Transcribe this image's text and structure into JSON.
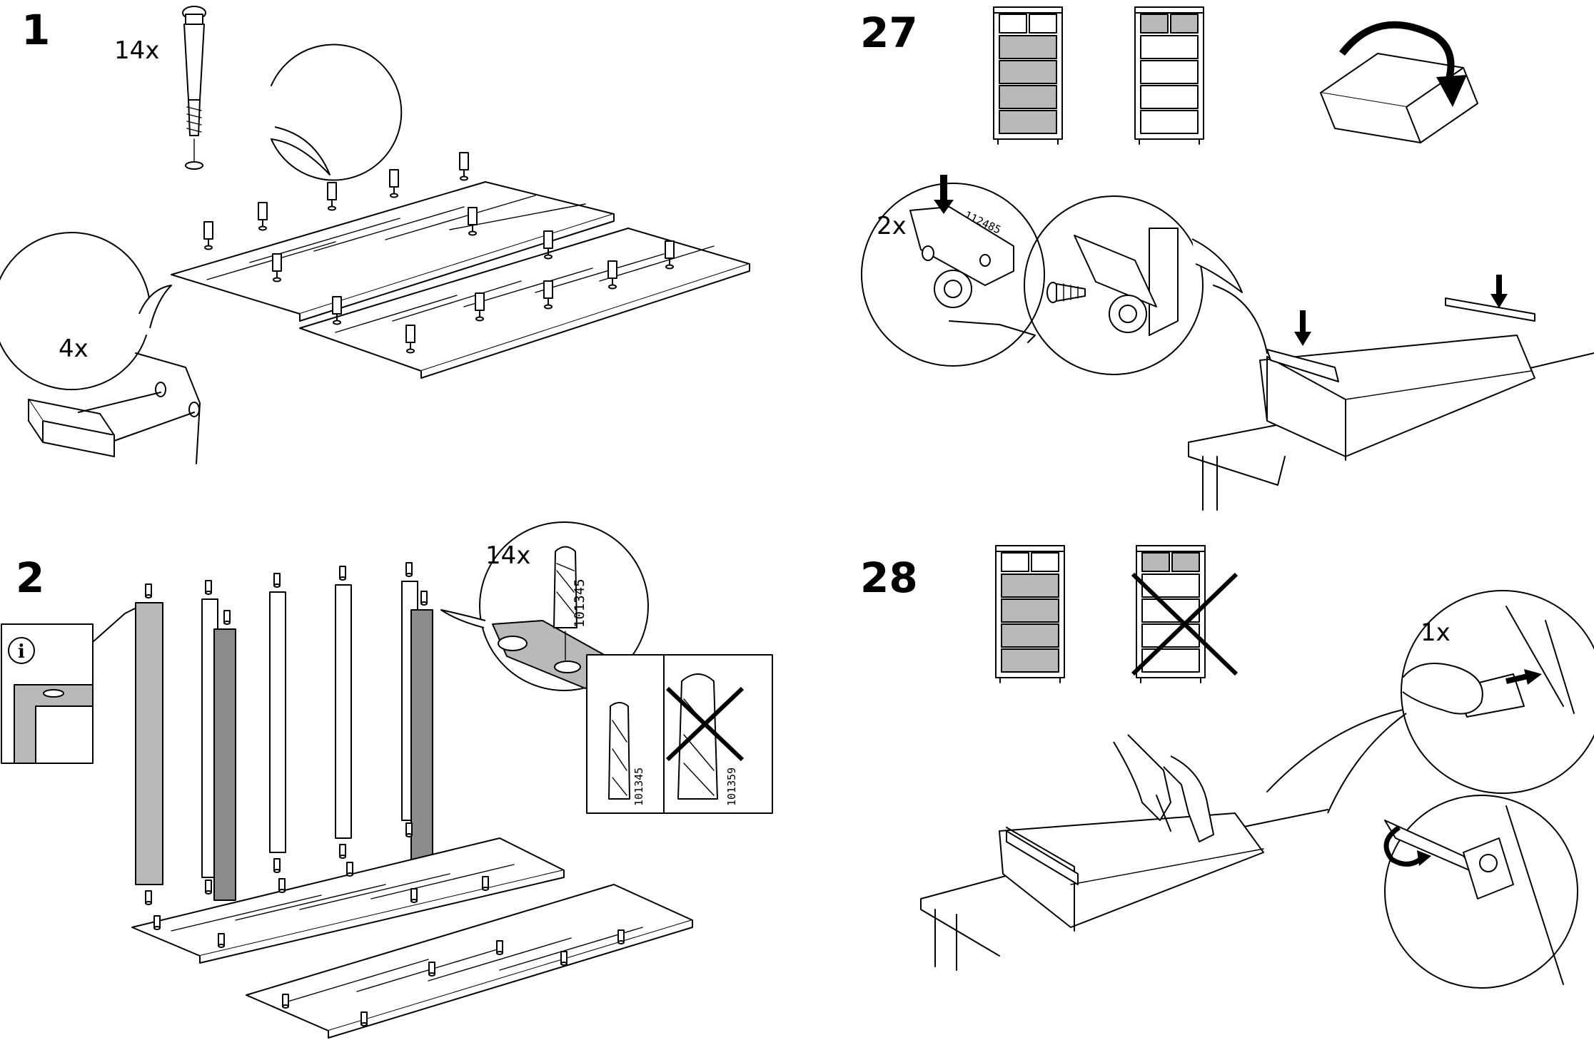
{
  "steps": [
    {
      "number": "1",
      "qty_callouts": [
        "14x",
        "4x"
      ]
    },
    {
      "number": "2",
      "qty_callouts": [
        "14x"
      ],
      "part_numbers": [
        "101345",
        "101345",
        "101359"
      ]
    },
    {
      "number": "27",
      "qty_callouts": [
        "2x"
      ],
      "part_numbers": [
        "112485"
      ]
    },
    {
      "number": "28",
      "qty_callouts": [
        "1x"
      ]
    }
  ],
  "info_icon": "info-icon",
  "colors": {
    "line": "#000000",
    "shade": "#b9b9b9",
    "dark_shade": "#8c8c8c",
    "background": "#ffffff"
  }
}
